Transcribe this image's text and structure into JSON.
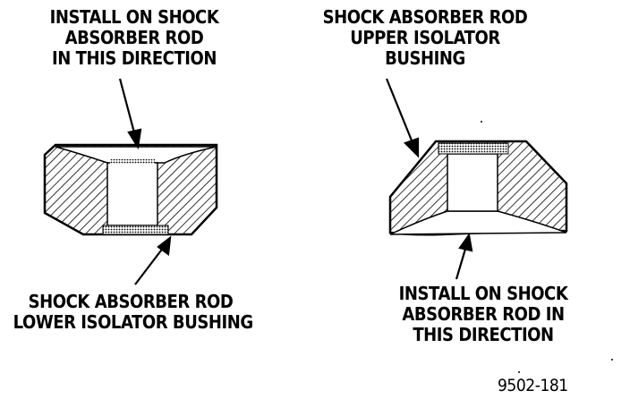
{
  "labels": {
    "install_left": [
      "INSTALL ON SHOCK",
      "ABSORBER ROD",
      "IN THIS DIRECTION"
    ],
    "upper_bushing": [
      "SHOCK ABSORBER ROD",
      "UPPER ISOLATOR",
      "BUSHING"
    ],
    "lower_bushing": [
      "SHOCK ABSORBER ROD",
      "LOWER ISOLATOR BUSHING"
    ],
    "install_right": [
      "INSTALL ON SHOCK",
      "ABSORBER ROD IN",
      "THIS DIRECTION"
    ],
    "figure_number": "9502-181"
  }
}
